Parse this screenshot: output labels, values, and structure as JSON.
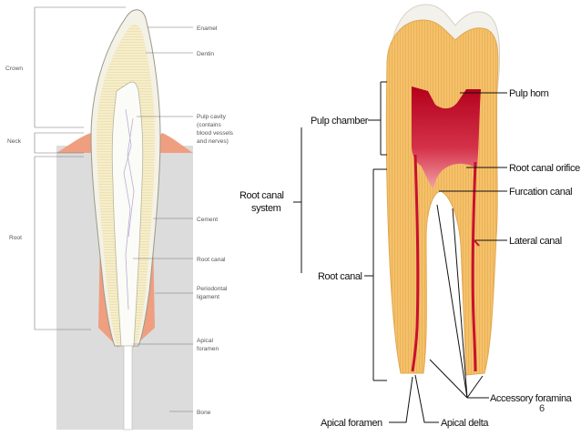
{
  "left_diagram": {
    "region_labels": {
      "crown": "Crown",
      "neck": "Neck",
      "root": "Root"
    },
    "part_labels": {
      "enamel": "Enamel",
      "dentin": "Dentin",
      "pulp_cavity_1": "Pulp cavity",
      "pulp_cavity_2": "(contains",
      "pulp_cavity_3": "blood vessels",
      "pulp_cavity_4": "and nerves)",
      "cement": "Cement",
      "root_canal": "Root canal",
      "periodontal_1": "Periodontal",
      "periodontal_2": "ligament",
      "apical_1": "Apical",
      "apical_2": "foramen",
      "bone": "Bone"
    }
  },
  "right_diagram": {
    "labels": {
      "pulp_chamber": "Pulp chamber",
      "root_canal_system_1": "Root canal",
      "root_canal_system_2": "system",
      "root_canal": "Root canal",
      "pulp_horn": "Pulp horn",
      "root_canal_orifice": "Root canal orifice",
      "furcation_canal": "Furcation canal",
      "lateral_canal": "Lateral canal",
      "accessory_foramina": "Accessory foramina",
      "apical_foramen": "Apical foramen",
      "apical_delta": "Apical delta"
    }
  },
  "page_number": "6",
  "colors": {
    "enamel": "#f4f1e6",
    "dentin": "#f6eec9",
    "gum": "#ef9e80",
    "bone": "#dcdcdc",
    "right_dentin": "#f4c16a",
    "pulp": "#c8102e"
  }
}
